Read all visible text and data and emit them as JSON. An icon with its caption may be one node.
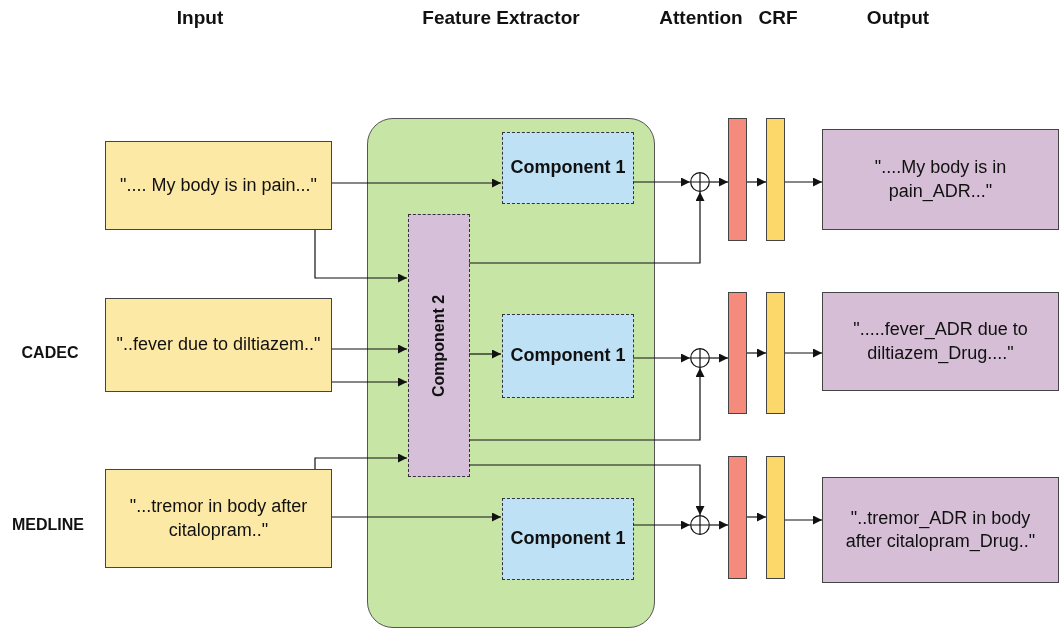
{
  "diagram": {
    "nodes": [
      {
        "text": [
          "\".... My body is in pain...\""
        ]
      },
      {
        "text": [
          "\"..fever due to diltiazem..\""
        ]
      },
      {
        "text": [
          "\"...tremor in body after citalopram..\""
        ]
      },
      {
        "text": [],
        "shape": "box"
      },
      {
        "text": [
          "Component 1"
        ],
        "in": 3
      },
      {
        "text": [
          "Component 2"
        ],
        "in": 3
      },
      {
        "text": [
          "Component 1"
        ],
        "in": 3
      },
      {
        "text": [
          "Component 1"
        ],
        "in": 3
      },
      {
        "text": [],
        "shape": "circle"
      },
      {
        "text": [],
        "shape": "circle"
      },
      {
        "text": [],
        "shape": "circle"
      },
      {
        "text": [],
        "shape": "bar"
      },
      {
        "text": [],
        "shape": "bar"
      },
      {
        "text": [],
        "shape": "bar"
      },
      {
        "text": [],
        "shape": "bar"
      },
      {
        "text": [],
        "shape": "bar"
      },
      {
        "text": [],
        "shape": "bar"
      },
      {
        "text": [
          "\"....My body is in pain_ADR...\""
        ]
      },
      {
        "text": [
          "\".....fever_ADR due to diltiazem_Drug....\""
        ]
      },
      {
        "text": [
          "\"..tremor_ADR in body after citalopram_Drug..\""
        ]
      }
    ],
    "edges": [
      {
        "from": 0,
        "to": 4,
        "arrow": "to"
      },
      {
        "from": 0,
        "to": 5,
        "arrow": "to"
      },
      {
        "from": 1,
        "to": 5,
        "arrow": "to"
      },
      {
        "from": 1,
        "to": 5,
        "arrow": "to"
      },
      {
        "from": 2,
        "to": 5,
        "arrow": "to"
      },
      {
        "from": 2,
        "to": 7,
        "arrow": "to"
      },
      {
        "from": 5,
        "to": 6,
        "arrow": "to"
      },
      {
        "from": 4,
        "to": 8,
        "arrow": "to"
      },
      {
        "from": 5,
        "to": 8,
        "arrow": "to"
      },
      {
        "from": 6,
        "to": 9,
        "arrow": "to"
      },
      {
        "from": 5,
        "to": 9,
        "arrow": "to"
      },
      {
        "from": 5,
        "to": 10,
        "arrow": "to"
      },
      {
        "from": 7,
        "to": 10,
        "arrow": "to"
      },
      {
        "from": 8,
        "to": 11,
        "arrow": "to"
      },
      {
        "from": 9,
        "to": 12,
        "arrow": "to"
      },
      {
        "from": 10,
        "to": 13,
        "arrow": "to"
      },
      {
        "from": 11,
        "to": 14,
        "arrow": "to"
      },
      {
        "from": 12,
        "to": 15,
        "arrow": "to"
      },
      {
        "from": 13,
        "to": 16,
        "arrow": "to"
      },
      {
        "from": 14,
        "to": 17,
        "arrow": "to"
      },
      {
        "from": 15,
        "to": 18,
        "arrow": "to"
      },
      {
        "from": 16,
        "to": 19,
        "arrow": "to"
      }
    ],
    "labels": [
      "Input",
      "Feature Extractor",
      "Attention",
      "CRF",
      "Output",
      "CADEC",
      "MEDLINE"
    ]
  }
}
